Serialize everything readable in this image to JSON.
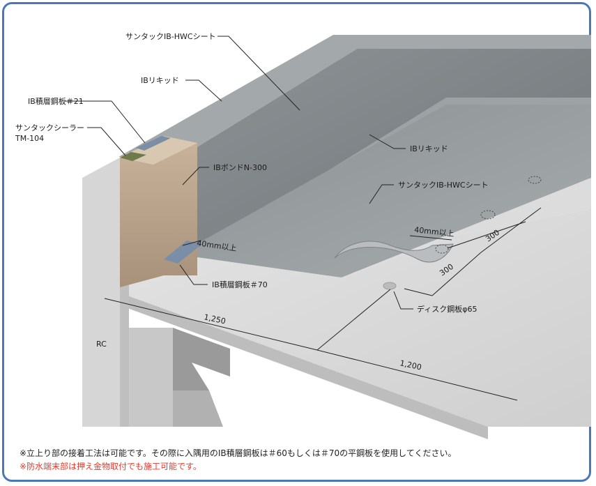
{
  "labels": {
    "sheet_top": "サンタックIB-HWCシート",
    "liquid_top": "IBリキッド",
    "steel_21": "IB積層鋼板＃21",
    "sealer_line1": "サンタックシーラー",
    "sealer_line2": "TM-104",
    "bond": "IBボンドN-300",
    "liquid_mid": "IBリキッド",
    "sheet_mid": "サンタックIB-HWCシート",
    "steel_70": "IB積層鋼板＃70",
    "disk": "ディスク鋼板φ65",
    "rc": "RC"
  },
  "dimensions": {
    "overlap_left": "40mm以上",
    "overlap_right": "40mm以上",
    "d300_a": "300",
    "d300_b": "300",
    "d1250": "1,250",
    "d1200": "1,200"
  },
  "notes": {
    "line1": "※立上り部の接着工法は可能です。その際に入隅用のIB積層鋼板は＃60もしくは＃70の平鋼板を使用してください。",
    "line2": "※防水端末部は押え金物取付でも施工可能です。"
  },
  "colors": {
    "frame": "#4a78b5",
    "note_red": "#e8392b"
  }
}
